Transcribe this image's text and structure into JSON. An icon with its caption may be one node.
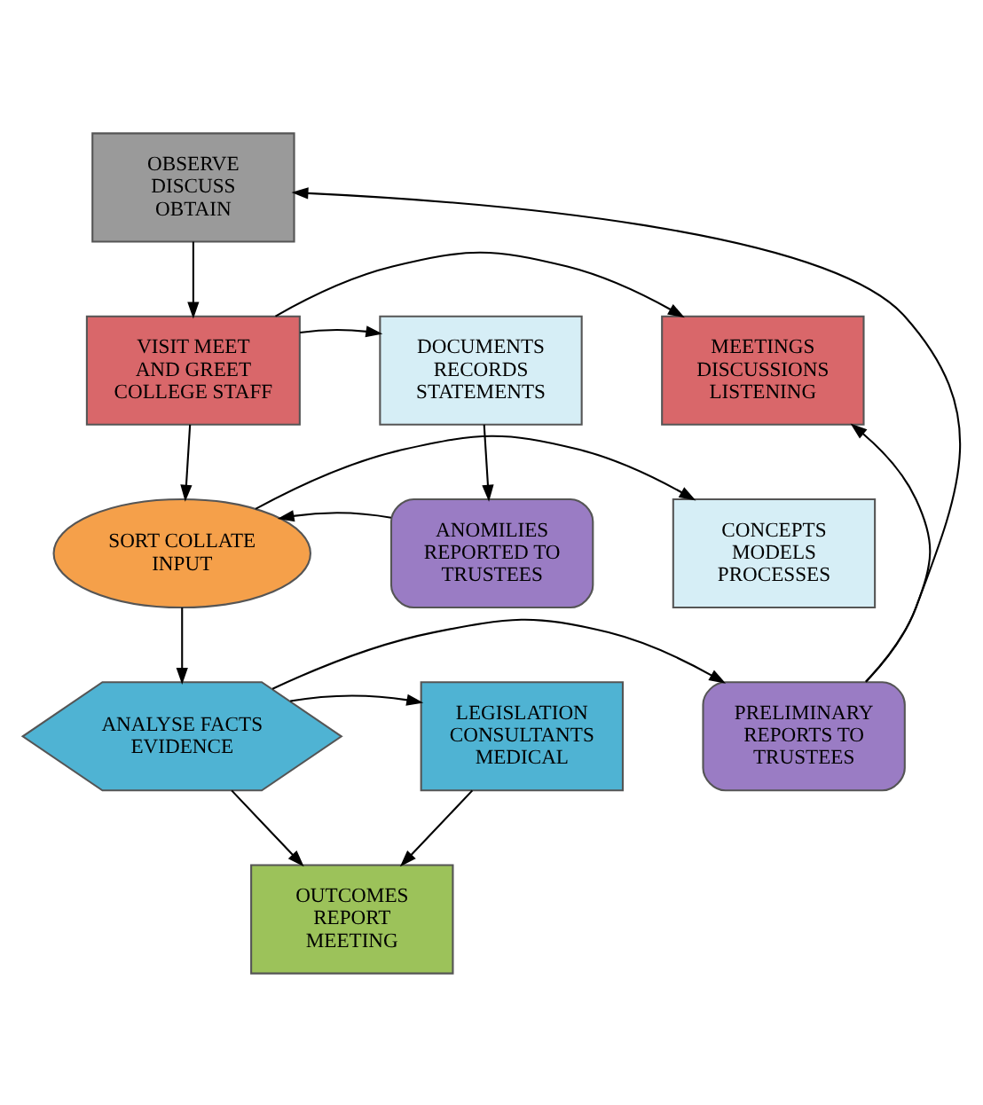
{
  "diagram": {
    "nodes": [
      {
        "text": [
          "OBSERVE DISCUSS OBTAIN"
        ]
      },
      {
        "text": [
          "MEETINGS DISCUSSIONS LISTENING"
        ]
      },
      {
        "text": [
          "VISIT MEET AND GREET COLLEGE STAFF"
        ]
      },
      {
        "text": [
          "DOCUMENTS RECORDS STATEMENTS"
        ]
      },
      {
        "text": [
          "CONCEPTS MODELS PROCESSES"
        ]
      },
      {
        "text": [
          "SORT COLLATE INPUT"
        ]
      },
      {
        "text": [
          "ANOMILIES REPORTED TO TRUSTEES"
        ]
      },
      {
        "text": [
          "PRELIMINARY REPORTS TO TRUSTEES"
        ]
      },
      {
        "text": [
          "ANALYSE FACTS EVIDENCE"
        ]
      },
      {
        "text": [
          "LEGISLATION CONSULTANTS MEDICAL"
        ]
      },
      {
        "text": [
          "OUTCOMES REPORT MEETING"
        ]
      }
    ],
    "edges": [
      {
        "from": 0,
        "to": 2,
        "arrow": "to"
      },
      {
        "from": 2,
        "to": 1,
        "arrow": "to"
      },
      {
        "from": 2,
        "to": 3,
        "arrow": "to"
      },
      {
        "from": 2,
        "to": 5,
        "arrow": "to"
      },
      {
        "from": 3,
        "to": 6,
        "arrow": "to"
      },
      {
        "from": 6,
        "to": 5,
        "arrow": "to"
      },
      {
        "from": 5,
        "to": 4,
        "arrow": "to"
      },
      {
        "from": 5,
        "to": 8,
        "arrow": "to"
      },
      {
        "from": 8,
        "to": 7,
        "arrow": "to"
      },
      {
        "from": 8,
        "to": 9,
        "arrow": "to"
      },
      {
        "from": 8,
        "to": 10,
        "arrow": "to"
      },
      {
        "from": 9,
        "to": 10,
        "arrow": "to"
      },
      {
        "from": 7,
        "to": 0,
        "arrow": "to"
      },
      {
        "from": 7,
        "to": 1,
        "arrow": "to"
      }
    ]
  }
}
